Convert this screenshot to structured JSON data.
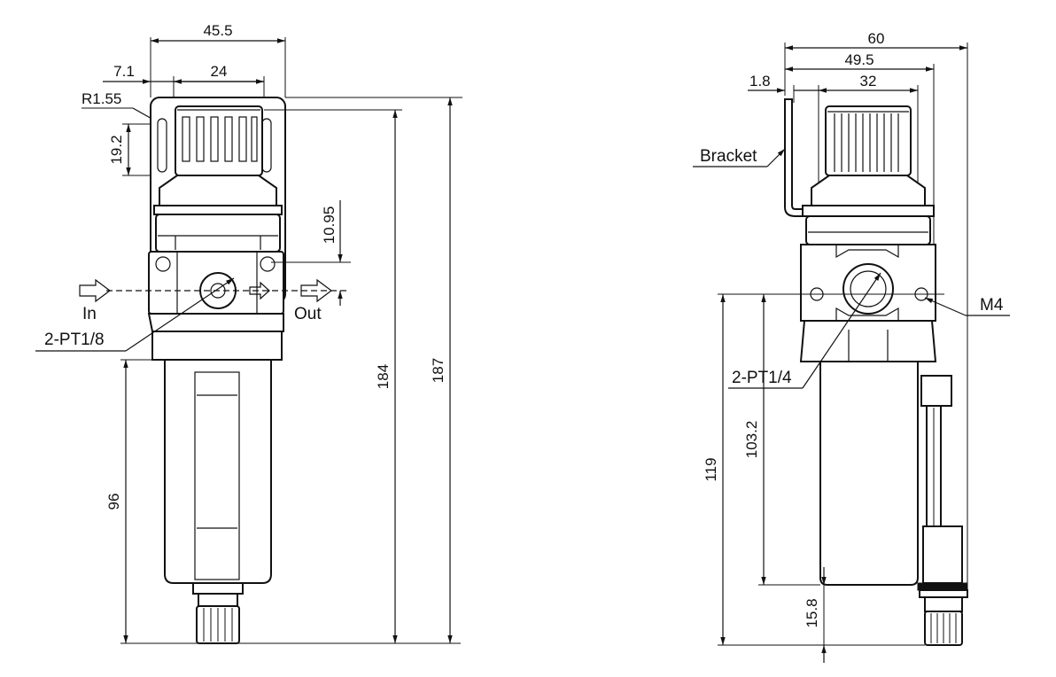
{
  "left_view": {
    "dims": {
      "width_overall": "45.5",
      "offset": "7.1",
      "knob_width": "24",
      "radius": "R1.55",
      "slot_height": "19.2",
      "port_offset": "10.95",
      "height_a": "184",
      "height_b": "187",
      "bowl_height": "96"
    },
    "labels": {
      "inlet": "In",
      "outlet": "Out",
      "port": "2-PT1/8"
    }
  },
  "right_view": {
    "dims": {
      "width_overall": "60",
      "width_mid": "49.5",
      "width_knob": "32",
      "bracket_thk": "1.8",
      "height_total": "119",
      "height_body": "103.2",
      "drain": "15.8"
    },
    "labels": {
      "bracket": "Bracket",
      "port": "2-PT1/4",
      "thread": "M4"
    }
  }
}
